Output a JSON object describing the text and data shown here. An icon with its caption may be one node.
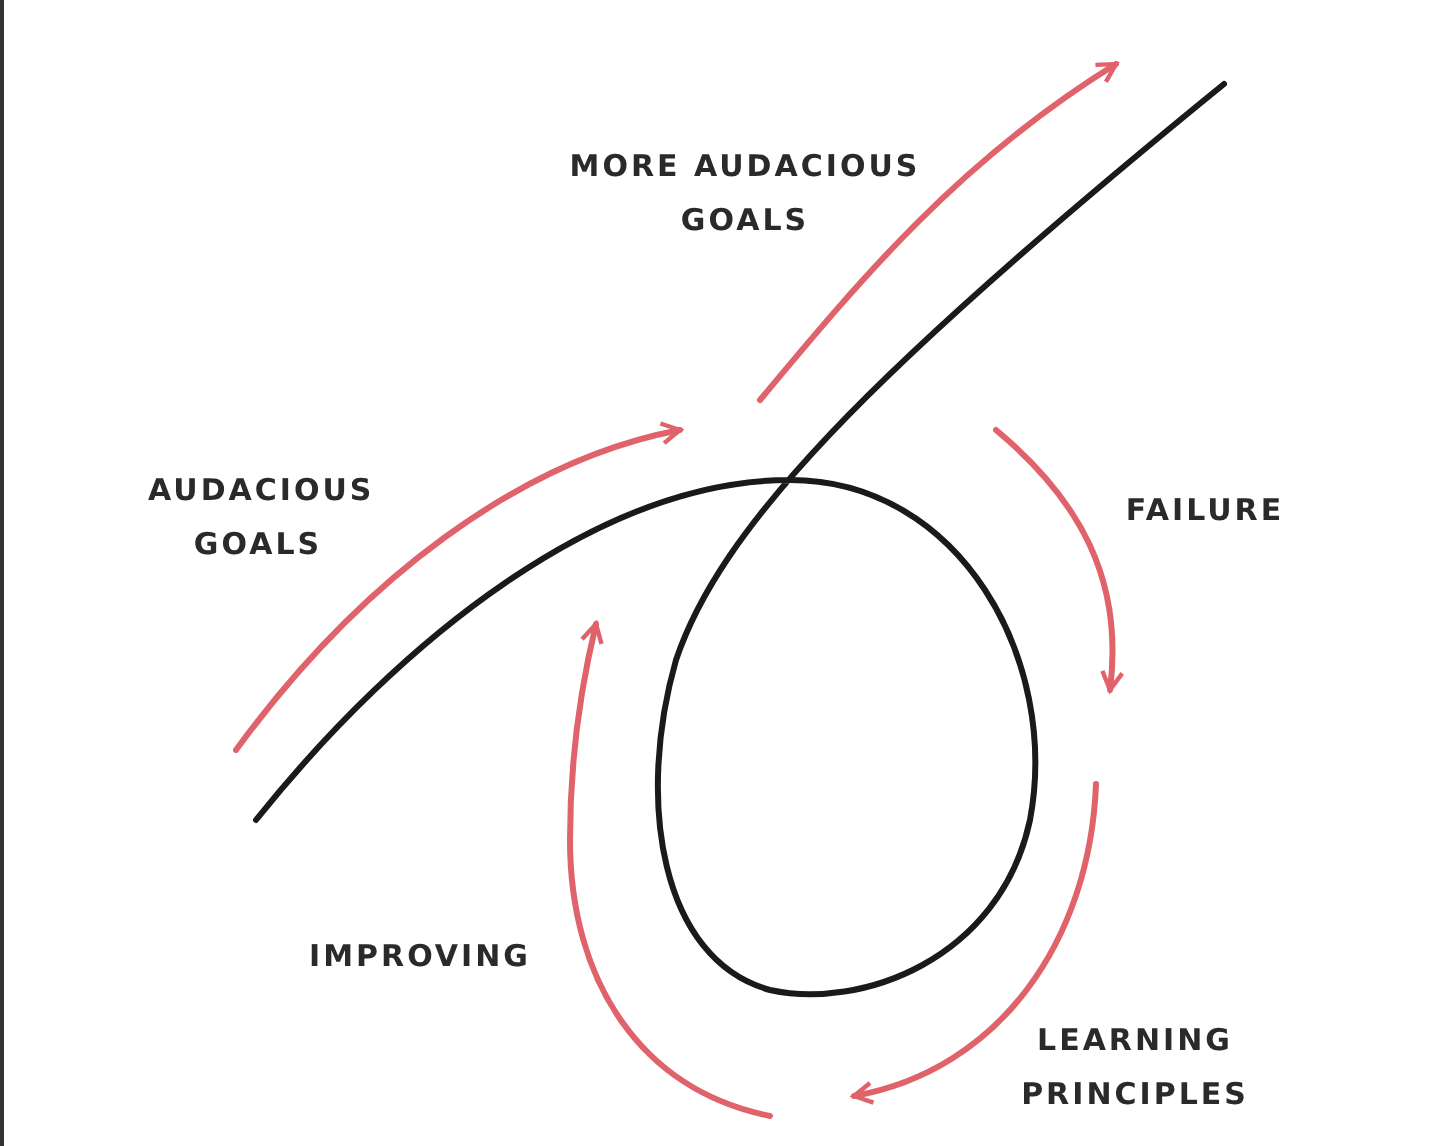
{
  "diagram": {
    "labels": [
      "MORE AUDACIOUS GOALS",
      "AUDACIOUS GOALS",
      "FAILURE",
      "IMPROVING",
      "LEARNING PRINCIPLES"
    ]
  }
}
